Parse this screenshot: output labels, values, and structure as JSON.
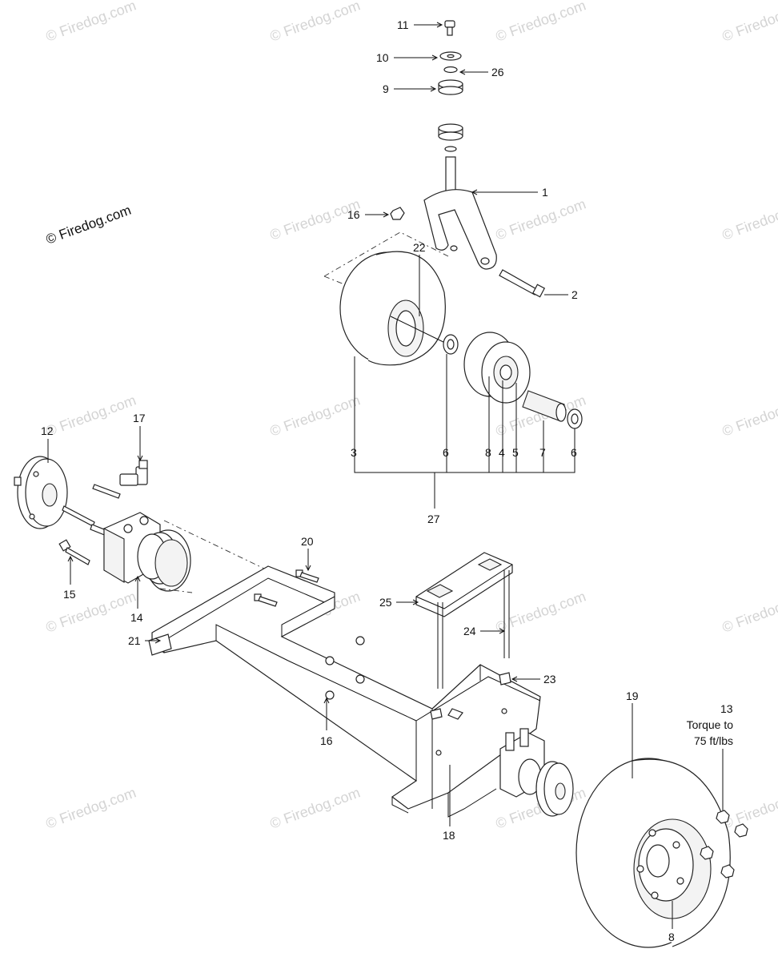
{
  "watermark": "© Firedog.com",
  "copyright_notice": "© Firedog.com",
  "callouts": {
    "c1": "1",
    "c2": "2",
    "c3": "3",
    "c4": "4",
    "c5": "5",
    "c6a": "6",
    "c6b": "6",
    "c7": "7",
    "c8a": "8",
    "c8b": "8",
    "c9": "9",
    "c10": "10",
    "c11": "11",
    "c12": "12",
    "c13": "13",
    "c14": "14",
    "c15": "15",
    "c16a": "16",
    "c16b": "16",
    "c17": "17",
    "c18": "18",
    "c19": "19",
    "c20": "20",
    "c21": "21",
    "c22": "22",
    "c23": "23",
    "c24": "24",
    "c25": "25",
    "c26": "26",
    "c27": "27"
  },
  "torque_note": {
    "line1": "Torque  to",
    "line2": "75 ft/lbs"
  }
}
